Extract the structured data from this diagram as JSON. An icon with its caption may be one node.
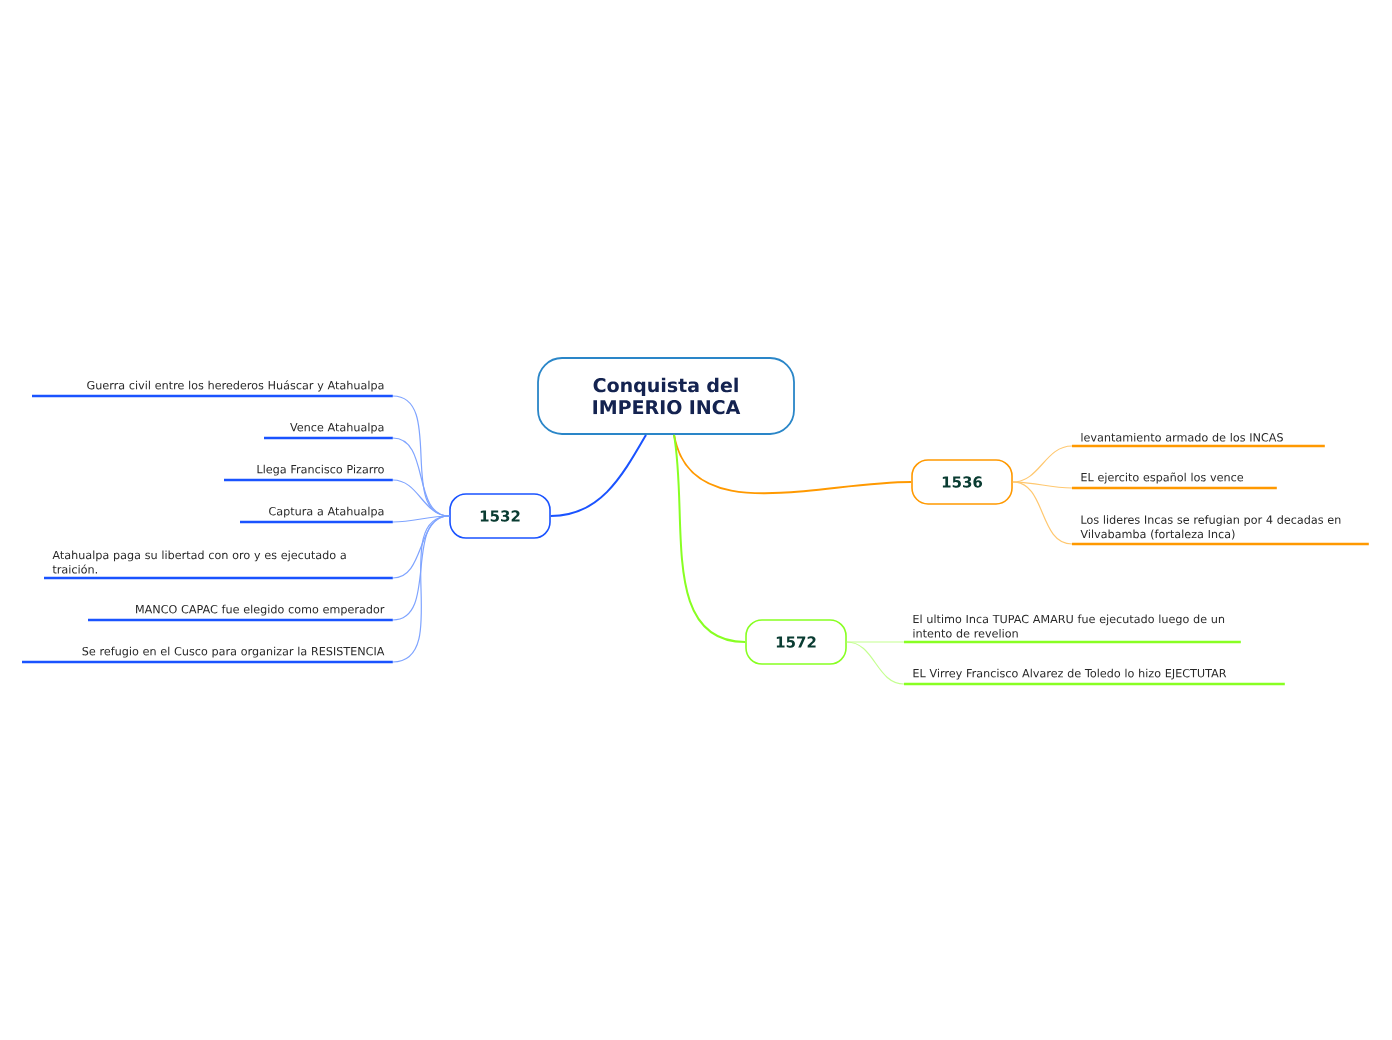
{
  "diagram": {
    "nodes": [
      {
        "text": [
          "Conquista del IMPERIO INCA"
        ]
      },
      {
        "text": [
          "1532"
        ]
      },
      {
        "text": [
          "Guerra civil entre los herederos Huáscar y Atahualpa"
        ]
      },
      {
        "text": [
          "Vence Atahualpa"
        ]
      },
      {
        "text": [
          "Llega Francisco Pizarro"
        ]
      },
      {
        "text": [
          "Captura a Atahualpa"
        ]
      },
      {
        "text": [
          "Atahualpa paga su libertad con oro y es ejecutado a traición."
        ]
      },
      {
        "text": [
          "MANCO CAPAC fue elegido como emperador"
        ]
      },
      {
        "text": [
          "Se refugio en el Cusco para organizar la RESISTENCIA"
        ]
      },
      {
        "text": [
          "1536"
        ]
      },
      {
        "text": [
          "levantamiento armado de los INCAS"
        ]
      },
      {
        "text": [
          "EL ejercito español los vence"
        ]
      },
      {
        "text": [
          "Los lideres Incas se refugian por 4 decadas en Vilvabamba (fortaleza Inca)"
        ]
      },
      {
        "text": [
          "1572"
        ]
      },
      {
        "text": [
          "El ultimo Inca TUPAC AMARU fue ejecutado luego de un intento de revelion"
        ]
      },
      {
        "text": [
          "EL Virrey Francisco Alvarez de Toledo lo hizo EJECTUTAR"
        ]
      }
    ],
    "edges": [
      {
        "from": 0,
        "to": 1,
        "arrow": "none",
        "color": "#1a53ff"
      },
      {
        "from": 1,
        "to": 2,
        "arrow": "none",
        "color": "#7fa4ff"
      },
      {
        "from": 1,
        "to": 3,
        "arrow": "none",
        "color": "#7fa4ff"
      },
      {
        "from": 1,
        "to": 4,
        "arrow": "none",
        "color": "#7fa4ff"
      },
      {
        "from": 1,
        "to": 5,
        "arrow": "none",
        "color": "#7fa4ff"
      },
      {
        "from": 1,
        "to": 6,
        "arrow": "none",
        "color": "#7fa4ff"
      },
      {
        "from": 1,
        "to": 7,
        "arrow": "none",
        "color": "#7fa4ff"
      },
      {
        "from": 1,
        "to": 8,
        "arrow": "none",
        "color": "#7fa4ff"
      },
      {
        "from": 0,
        "to": 9,
        "arrow": "none",
        "color": "#ff9900"
      },
      {
        "from": 9,
        "to": 10,
        "arrow": "none",
        "color": "#ffc870"
      },
      {
        "from": 9,
        "to": 11,
        "arrow": "none",
        "color": "#ffc870"
      },
      {
        "from": 9,
        "to": 12,
        "arrow": "none",
        "color": "#ffc870"
      },
      {
        "from": 0,
        "to": 13,
        "arrow": "none",
        "color": "#88ff22"
      },
      {
        "from": 13,
        "to": 14,
        "arrow": "none",
        "color": "#c4ff90"
      },
      {
        "from": 13,
        "to": 15,
        "arrow": "none",
        "color": "#c4ff90"
      }
    ]
  }
}
